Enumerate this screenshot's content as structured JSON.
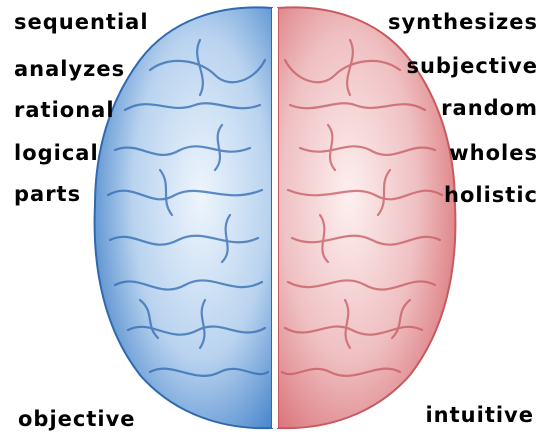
{
  "left_hemisphere": {
    "color": "#3f7fc8",
    "words": [
      "sequential",
      "analyzes",
      "rational",
      "logical",
      "parts"
    ],
    "bottom_word": "objective"
  },
  "right_hemisphere": {
    "color": "#d96f74",
    "words": [
      "synthesizes",
      "subjective",
      "random",
      "wholes",
      "holistic"
    ],
    "bottom_word": "intuitive"
  }
}
